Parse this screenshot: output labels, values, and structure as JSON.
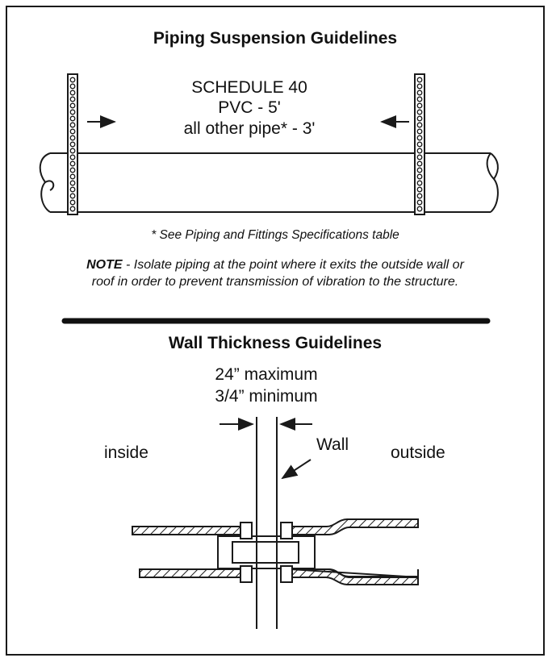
{
  "suspension": {
    "title": "Piping Suspension Guidelines",
    "line1": "SCHEDULE 40",
    "line2": "PVC - 5'",
    "line3": "all other pipe*  - 3'",
    "footnote": "* See  Piping and Fittings Specifications table",
    "note_lead": "NOTE",
    "note_line1": " - Isolate piping at the point where it exits the outside wall or",
    "note_line2": "roof in order to prevent transmission of vibration to the structure."
  },
  "wall": {
    "title": "Wall Thickness Guidelines",
    "max": "24” maximum",
    "min": "3/4” minimum",
    "inside": "inside",
    "wall_label": "Wall",
    "outside": "outside"
  },
  "colors": {
    "ink": "#1a1a1a",
    "background": "#ffffff"
  }
}
